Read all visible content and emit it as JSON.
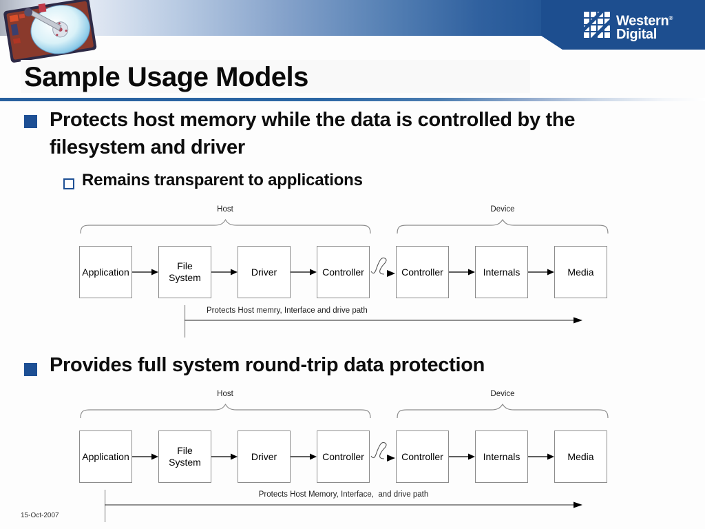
{
  "title": "Sample Usage Models",
  "logo": {
    "line1": "Western",
    "reg": "®",
    "line2": "Digital"
  },
  "bullets": [
    {
      "text": "Protects host memory while the data is controlled by the filesystem and driver"
    },
    {
      "text": "Remains transparent to applications"
    },
    {
      "text": "Provides full system round-trip data protection"
    }
  ],
  "diagrams": [
    {
      "host_label": "Host",
      "device_label": "Device",
      "boxes": [
        "Application",
        "File System",
        "Driver",
        "Controller",
        "Controller",
        "Internals",
        "Media"
      ],
      "arrow_label": "Protects Host memry, Interface and drive path"
    },
    {
      "host_label": "Host",
      "device_label": "Device",
      "boxes": [
        "Application",
        "File System",
        "Driver",
        "Controller",
        "Controller",
        "Internals",
        "Media"
      ],
      "arrow_label": "Protects Host Memory, Interface,  and drive path"
    }
  ],
  "footer": {
    "date": "15-Oct-2007"
  },
  "colors": {
    "brand_blue": "#1d4e8f",
    "rule_blue": "#2a66a4",
    "bullet_blue": "#1d4f94"
  }
}
